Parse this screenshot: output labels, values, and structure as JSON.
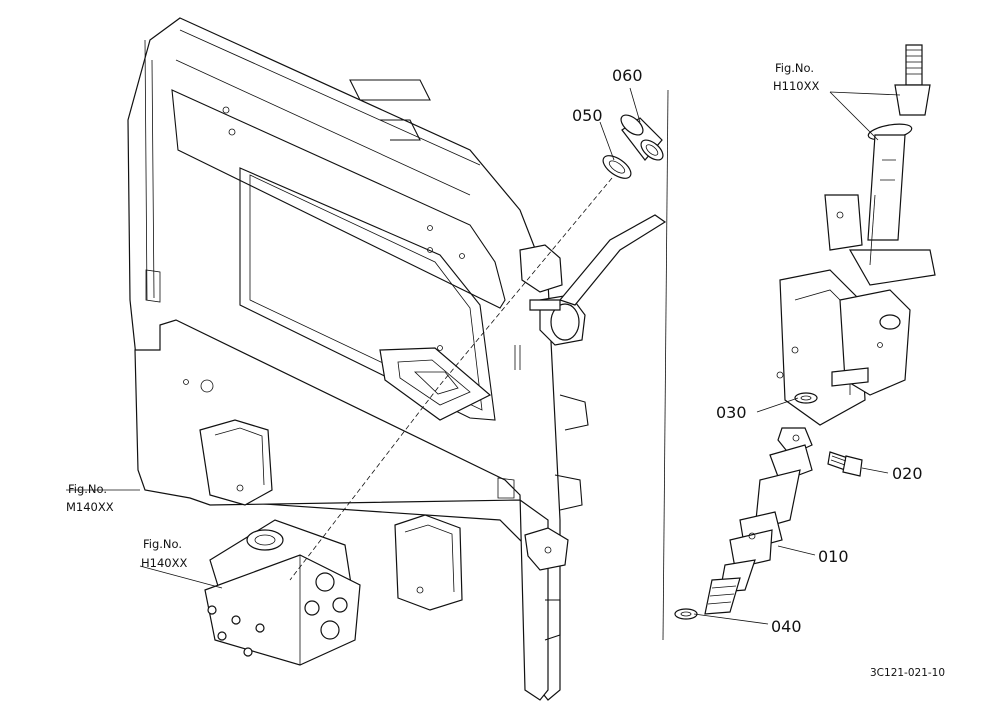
{
  "diagram": {
    "callouts": [
      {
        "id": "c060",
        "text": "060"
      },
      {
        "id": "c050",
        "text": "050"
      },
      {
        "id": "c030",
        "text": "030"
      },
      {
        "id": "c020",
        "text": "020"
      },
      {
        "id": "c010",
        "text": "010"
      },
      {
        "id": "c040",
        "text": "040"
      }
    ],
    "fig_refs": [
      {
        "id": "h110",
        "label": "Fig.No.",
        "code": "H110XX"
      },
      {
        "id": "m140",
        "label": "Fig.No.",
        "code": "M140XX"
      },
      {
        "id": "h140",
        "label": "Fig.No.",
        "code": "H140XX"
      }
    ],
    "drawing_number": "3C121-021-10"
  }
}
